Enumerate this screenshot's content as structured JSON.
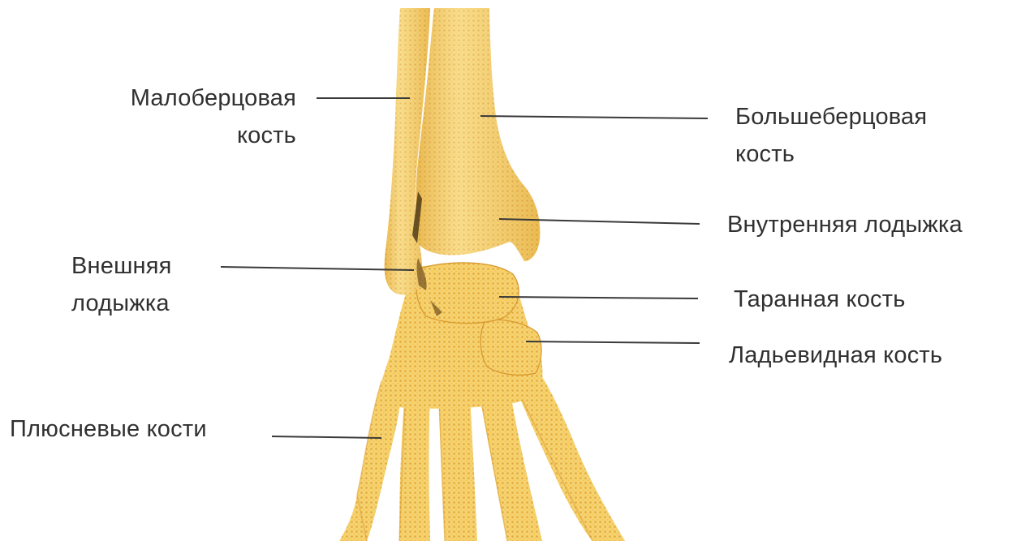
{
  "labels": {
    "fibula": [
      "Малоберцовая",
      "кость"
    ],
    "tibia": [
      "Большеберцовая",
      "кость"
    ],
    "medial_malleolus": "Внутренняя лодыжка",
    "lateral_malleolus": [
      "Внешняя",
      "лодыжка"
    ],
    "talus": "Таранная кость",
    "navicular": "Ладьевидная кость",
    "metatarsals": "Плюсневые кости"
  },
  "colors": {
    "bone_fill": "#f3cc5c",
    "bone_light": "#fbe8a4",
    "bone_shadow": "#d9992f",
    "leader_line": "#3a3a3a",
    "text": "#303030"
  }
}
